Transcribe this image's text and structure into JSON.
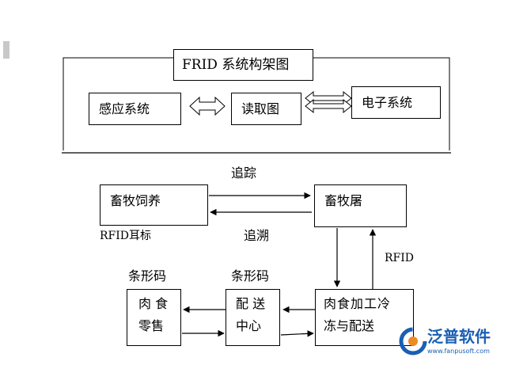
{
  "diagram": {
    "top_title": "FRID 系统构架图",
    "node_sense": "感应系统",
    "node_read": "读取图",
    "node_electronic": "电子系统",
    "node_feeding": "畜牧饲养",
    "node_slaughter": "畜牧屠",
    "node_processing_line1": "肉食加工冷",
    "node_processing_line2": "冻与配送",
    "node_distribution_line1": "配 送",
    "node_distribution_line2": "中心",
    "node_retail_line1": "肉 食",
    "node_retail_line2": "零售",
    "label_track": "追踪",
    "label_trace": "追溯",
    "label_rfid_eartag": "RFID耳标",
    "label_rfid": "RFID",
    "label_barcode_1": "条形码",
    "label_barcode_2": "条形码"
  },
  "watermark": {
    "brand": "泛普软件",
    "url": "www.fanpusoft.com"
  },
  "colors": {
    "brand_blue": "#1a5fb4",
    "brand_orange": "#f08a24",
    "side_bar": "#c8c8c8"
  }
}
